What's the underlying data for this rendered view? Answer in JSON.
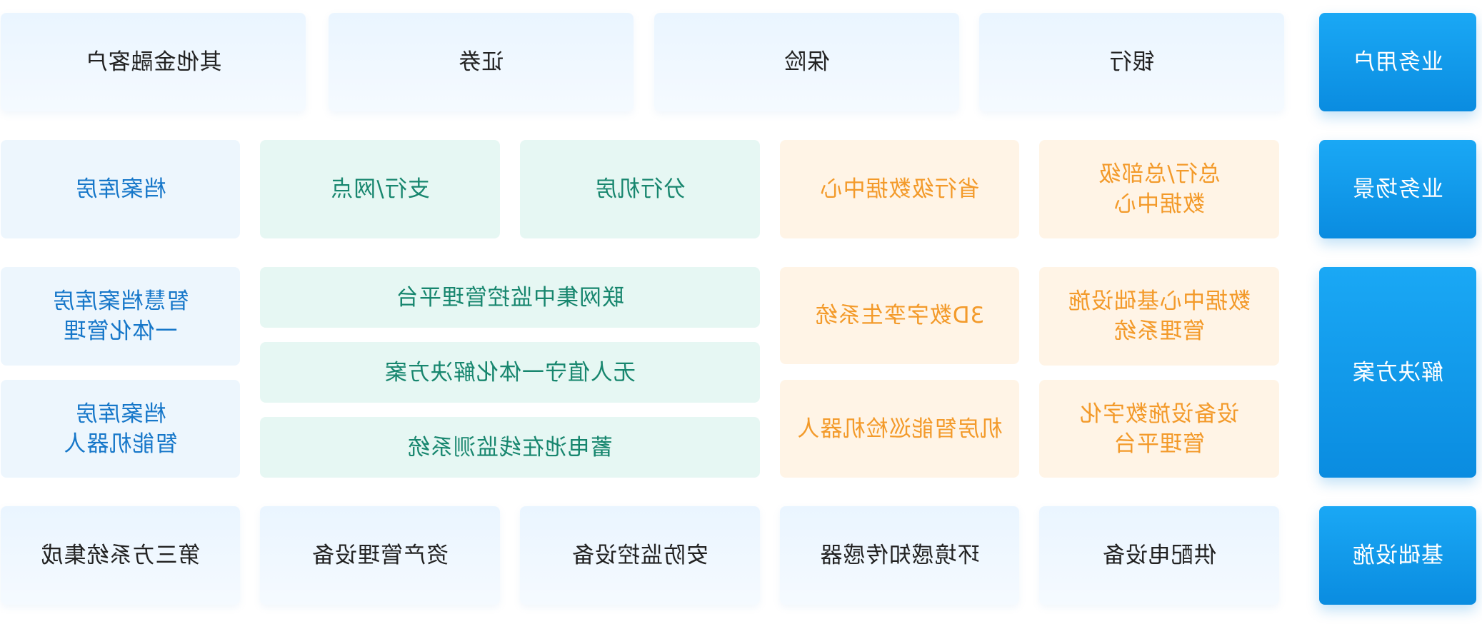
{
  "rows": {
    "business_users": {
      "header": "业务用户",
      "items": [
        "银行",
        "保险",
        "证券",
        "其他金融客户"
      ]
    },
    "business_scenarios": {
      "header": "业务场景",
      "items": [
        "总行/总部级\n数据中心",
        "省行级数据中心",
        "分行机房",
        "支行/网点",
        "档案库房"
      ]
    },
    "solutions": {
      "header": "解决方案",
      "items": [
        "数据中心基础设施\n管理系统",
        "设备设施数字化\n管理平台",
        "3D数字孪生系统",
        "机房智能巡检机器人",
        "联网集中监控管理平台",
        "无人值守一体化解决方案",
        "蓄电池在线监测系统",
        "智慧档案库房\n一体化管理",
        "档案库房\n智能机器人"
      ]
    },
    "infrastructure": {
      "header": "基础设施",
      "items": [
        "供配电设备",
        "环境感知传感器",
        "安防监控设备",
        "资产管理设备",
        "第三方系统集成"
      ]
    }
  }
}
